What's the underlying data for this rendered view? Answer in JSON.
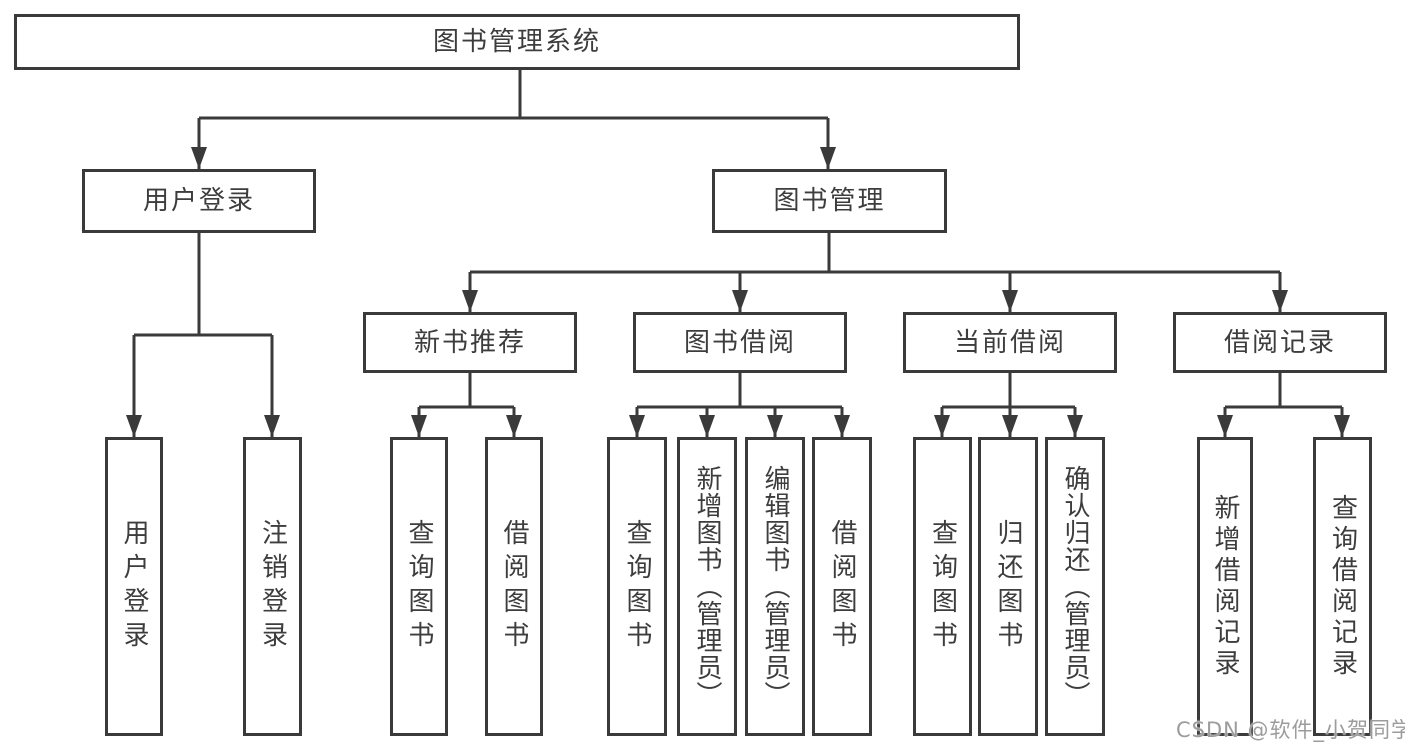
{
  "diagram": {
    "title": "图书管理系统",
    "tree": {
      "label": "图书管理系统",
      "children": [
        {
          "label": "用户登录",
          "children": [
            {
              "label": "用户登录"
            },
            {
              "label": "注销登录"
            }
          ]
        },
        {
          "label": "图书管理",
          "children": [
            {
              "label": "新书推荐",
              "children": [
                {
                  "label": "查询图书"
                },
                {
                  "label": "借阅图书"
                }
              ]
            },
            {
              "label": "图书借阅",
              "children": [
                {
                  "label": "查询图书"
                },
                {
                  "label": "新增图书（管理员）"
                },
                {
                  "label": "编辑图书（管理员）"
                },
                {
                  "label": "借阅图书"
                }
              ]
            },
            {
              "label": "当前借阅",
              "children": [
                {
                  "label": "查询图书"
                },
                {
                  "label": "归还图书"
                },
                {
                  "label": "确认归还（管理员）"
                }
              ]
            },
            {
              "label": "借阅记录",
              "children": [
                {
                  "label": "新增借阅记录"
                },
                {
                  "label": "查询借阅记录"
                }
              ]
            }
          ]
        }
      ]
    },
    "watermark": "CSDN @软件_小贺同学",
    "colors": {
      "line": "#3a3a3a",
      "text": "#3d3d3d",
      "watermark": "#9c9c9c",
      "background": "#ffffff"
    }
  }
}
